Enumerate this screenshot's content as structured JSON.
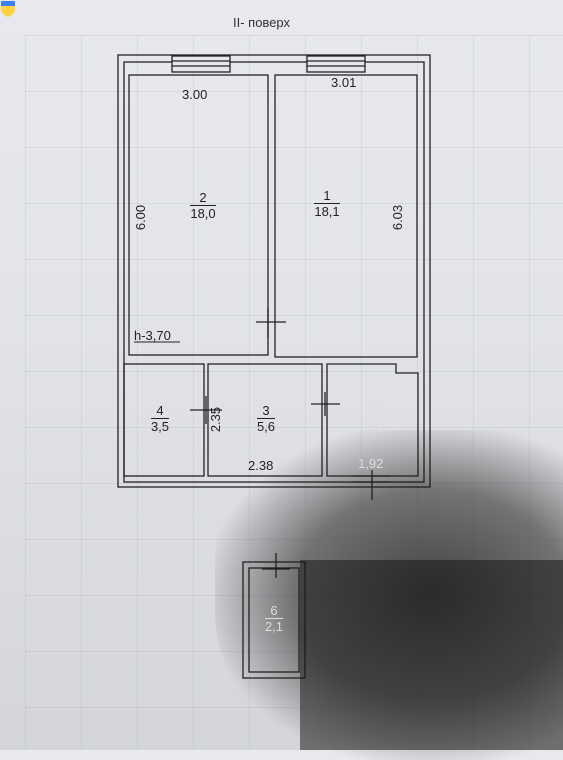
{
  "plan": {
    "title": "II- поверх",
    "height_label": "h-3,70",
    "rooms": [
      {
        "number": "1",
        "area": "18,1",
        "width": "3.01",
        "length": "6.03"
      },
      {
        "number": "2",
        "area": "18,0",
        "width": "3.00",
        "length": "6.00"
      },
      {
        "number": "3",
        "area": "5,6",
        "width": "2.38",
        "length": "2.35"
      },
      {
        "number": "4",
        "area": "3,5"
      },
      {
        "number": "5",
        "area": "4,3",
        "width": "1,92"
      },
      {
        "number": "6",
        "area": "2,1"
      }
    ]
  }
}
